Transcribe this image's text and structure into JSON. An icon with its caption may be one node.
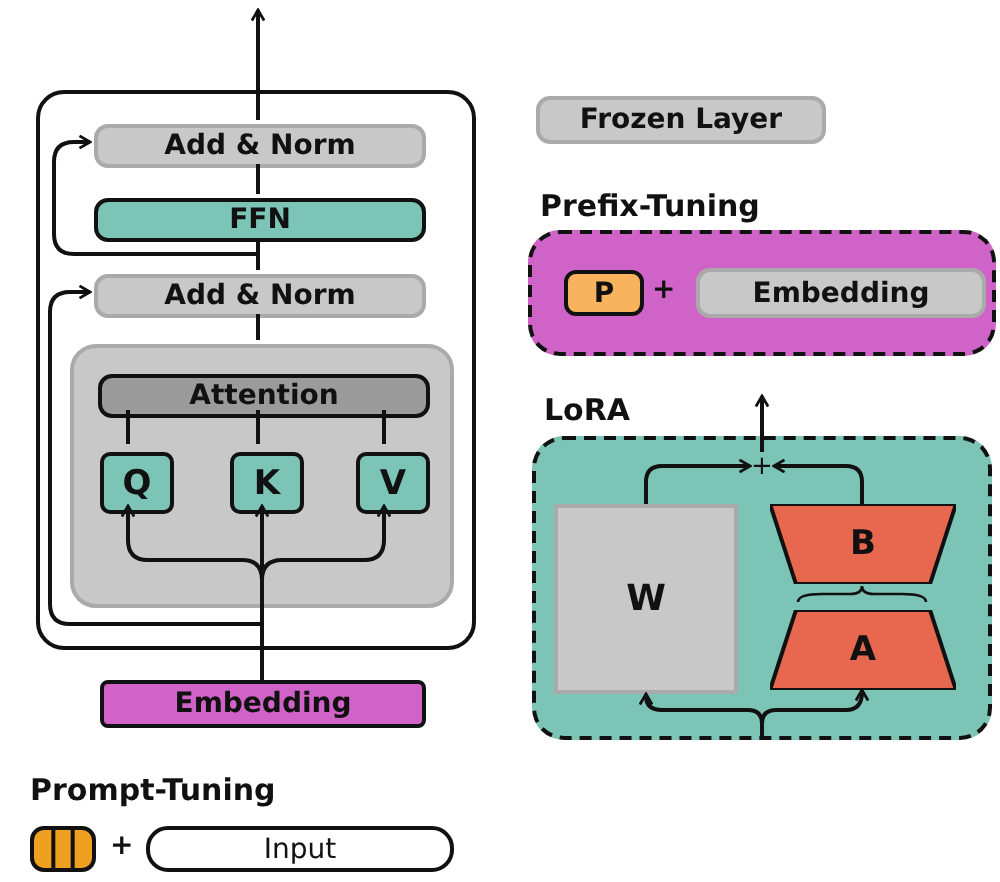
{
  "diagram": {
    "nodes": [
      {
        "text": [],
        "shape": "box"
      },
      {
        "text": [
          "Add & Norm"
        ],
        "in": 0
      },
      {
        "text": [
          "FFN"
        ],
        "in": 0
      },
      {
        "text": [
          "Add & Norm"
        ],
        "in": 0
      },
      {
        "text": [],
        "shape": "box",
        "in": 0
      },
      {
        "text": [
          "Attention"
        ],
        "in": 4
      },
      {
        "text": [
          "Q"
        ],
        "in": 4
      },
      {
        "text": [
          "K"
        ],
        "in": 4
      },
      {
        "text": [
          "V"
        ],
        "in": 4
      },
      {
        "text": [
          "Embedding"
        ]
      },
      {
        "text": [],
        "shape": "box"
      },
      {
        "text": [
          "Input"
        ]
      },
      {
        "text": [
          "Frozen Layer"
        ]
      },
      {
        "text": [
          "Prefix-Tuning"
        ]
      },
      {
        "text": [
          "P"
        ],
        "in": 13
      },
      {
        "text": [
          "Embedding"
        ],
        "in": 13
      },
      {
        "text": [
          "LoRA"
        ]
      },
      {
        "text": [
          "W"
        ],
        "in": 16
      },
      {
        "text": [
          "B"
        ],
        "in": 16
      },
      {
        "text": [
          "A"
        ],
        "in": 16
      },
      {
        "text": [
          "+"
        ],
        "in": 16
      }
    ],
    "edges": [
      {
        "from": 9,
        "to": 6,
        "arrow": "to"
      },
      {
        "from": 9,
        "to": 7,
        "arrow": "to"
      },
      {
        "from": 9,
        "to": 8,
        "arrow": "to"
      },
      {
        "from": 9,
        "to": 3,
        "arrow": "to"
      },
      {
        "from": 6,
        "to": 5,
        "arrow": "none"
      },
      {
        "from": 7,
        "to": 5,
        "arrow": "none"
      },
      {
        "from": 8,
        "to": 5,
        "arrow": "none"
      },
      {
        "from": 4,
        "to": 3,
        "arrow": "none"
      },
      {
        "from": 3,
        "to": 2,
        "arrow": "none"
      },
      {
        "from": 2,
        "to": 1,
        "arrow": "none"
      },
      {
        "from": 3,
        "to": 1,
        "arrow": "to"
      },
      {
        "from": 1,
        "to": null,
        "arrow": "to"
      },
      {
        "from": 17,
        "to": 20,
        "arrow": "to"
      },
      {
        "from": 18,
        "to": 20,
        "arrow": "to"
      },
      {
        "from": 20,
        "to": null,
        "arrow": "to"
      },
      {
        "from": null,
        "to": 17,
        "arrow": "to"
      },
      {
        "from": null,
        "to": 19,
        "arrow": "to"
      }
    ],
    "labels": [
      "+",
      "Prompt-Tuning",
      "+"
    ]
  }
}
